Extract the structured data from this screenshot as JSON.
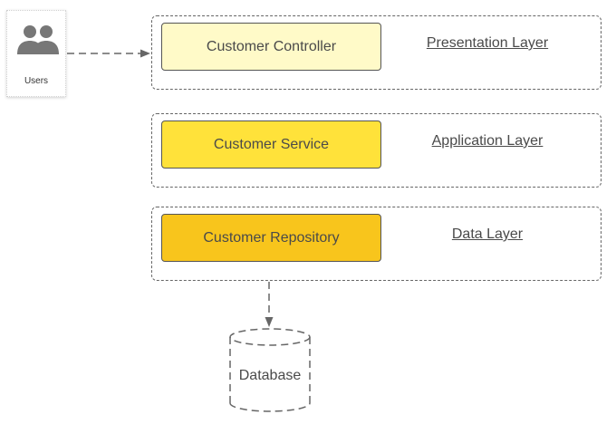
{
  "actor": {
    "label": "Users",
    "icon": "users-icon"
  },
  "layers": [
    {
      "component": "Customer Controller",
      "label": "Presentation Layer",
      "color": "#fffac8"
    },
    {
      "component": "Customer Service",
      "label": "Application Layer",
      "color": "#ffe23a"
    },
    {
      "component": "Customer Repository",
      "label": "Data Layer",
      "color": "#f8c51c"
    }
  ],
  "database": {
    "label": "Database"
  },
  "colors": {
    "line": "#666666",
    "text": "#4a4a4a",
    "icon": "#777777"
  }
}
